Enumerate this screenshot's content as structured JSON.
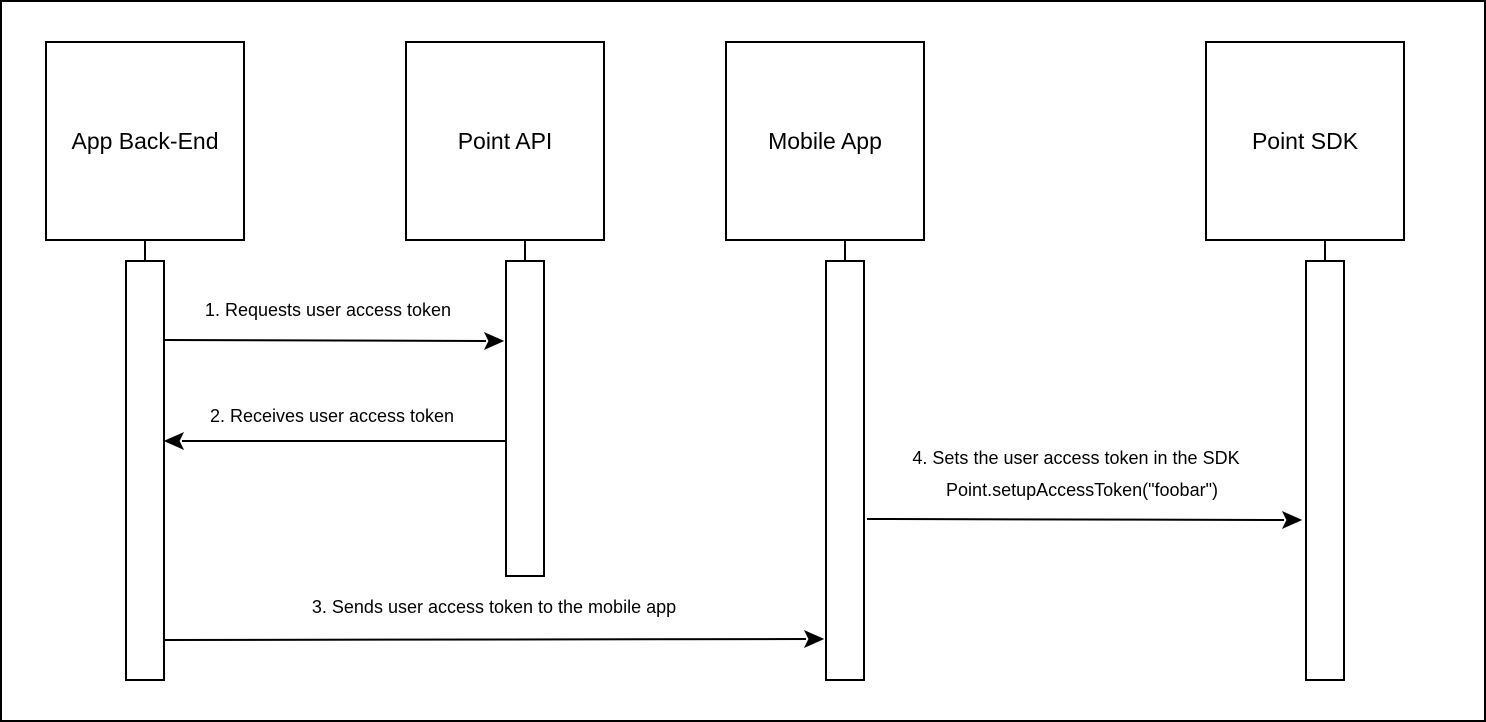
{
  "participants": [
    {
      "id": "backend",
      "label": "App Back-End"
    },
    {
      "id": "api",
      "label": "Point API"
    },
    {
      "id": "mobile",
      "label": "Mobile App"
    },
    {
      "id": "sdk",
      "label": "Point SDK"
    }
  ],
  "messages": [
    {
      "id": "m1",
      "label": "1. Requests user access token",
      "from": "backend",
      "to": "api"
    },
    {
      "id": "m2",
      "label": "2. Receives user access token",
      "from": "api",
      "to": "backend"
    },
    {
      "id": "m4",
      "label": "4. Sets the user access token in the SDK",
      "sublabel": "Point.setupAccessToken(\"foobar\")",
      "from": "mobile",
      "to": "sdk"
    },
    {
      "id": "m3",
      "label": "3. Sends user access token to the mobile app",
      "from": "backend",
      "to": "mobile"
    }
  ]
}
